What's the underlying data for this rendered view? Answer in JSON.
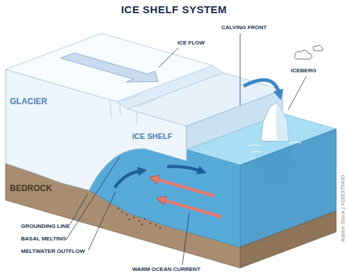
{
  "diagram": {
    "title": "ICE SHELF SYSTEM",
    "labels": [
      "ICE FLOW",
      "CALVING FRONT",
      "ICEBERG",
      "GLACIER",
      "ICE SHELF",
      "BEDROCK",
      "GROUNDING LINE",
      "BASAL MELTING",
      "MELTWATER OUTFLOW",
      "WARM OCEAN CURRENT",
      "Adobe Stock | #185379430"
    ]
  }
}
